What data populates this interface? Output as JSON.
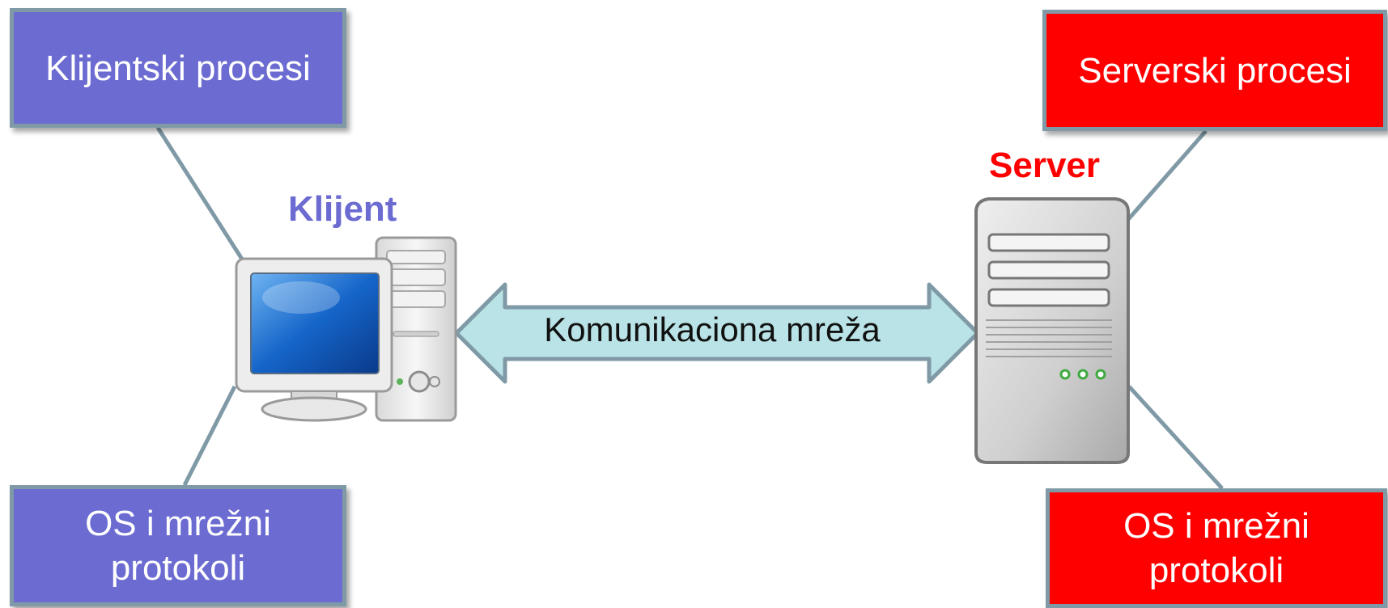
{
  "client": {
    "title": "Klijent",
    "process_box": "Klijentski procesi",
    "os_box_line1": "OS i mrežni",
    "os_box_line2": "protokoli",
    "color": "#6b6bd2"
  },
  "server": {
    "title": "Server",
    "process_box": "Serverski procesi",
    "os_box_line1": "OS i mrežni",
    "os_box_line2": "protokoli",
    "color": "#ff0000"
  },
  "network": {
    "label": "Komunikaciona mreža",
    "color": "#b9e3e6"
  },
  "icons": {
    "client": "desktop-computer-icon",
    "server": "server-tower-icon"
  }
}
